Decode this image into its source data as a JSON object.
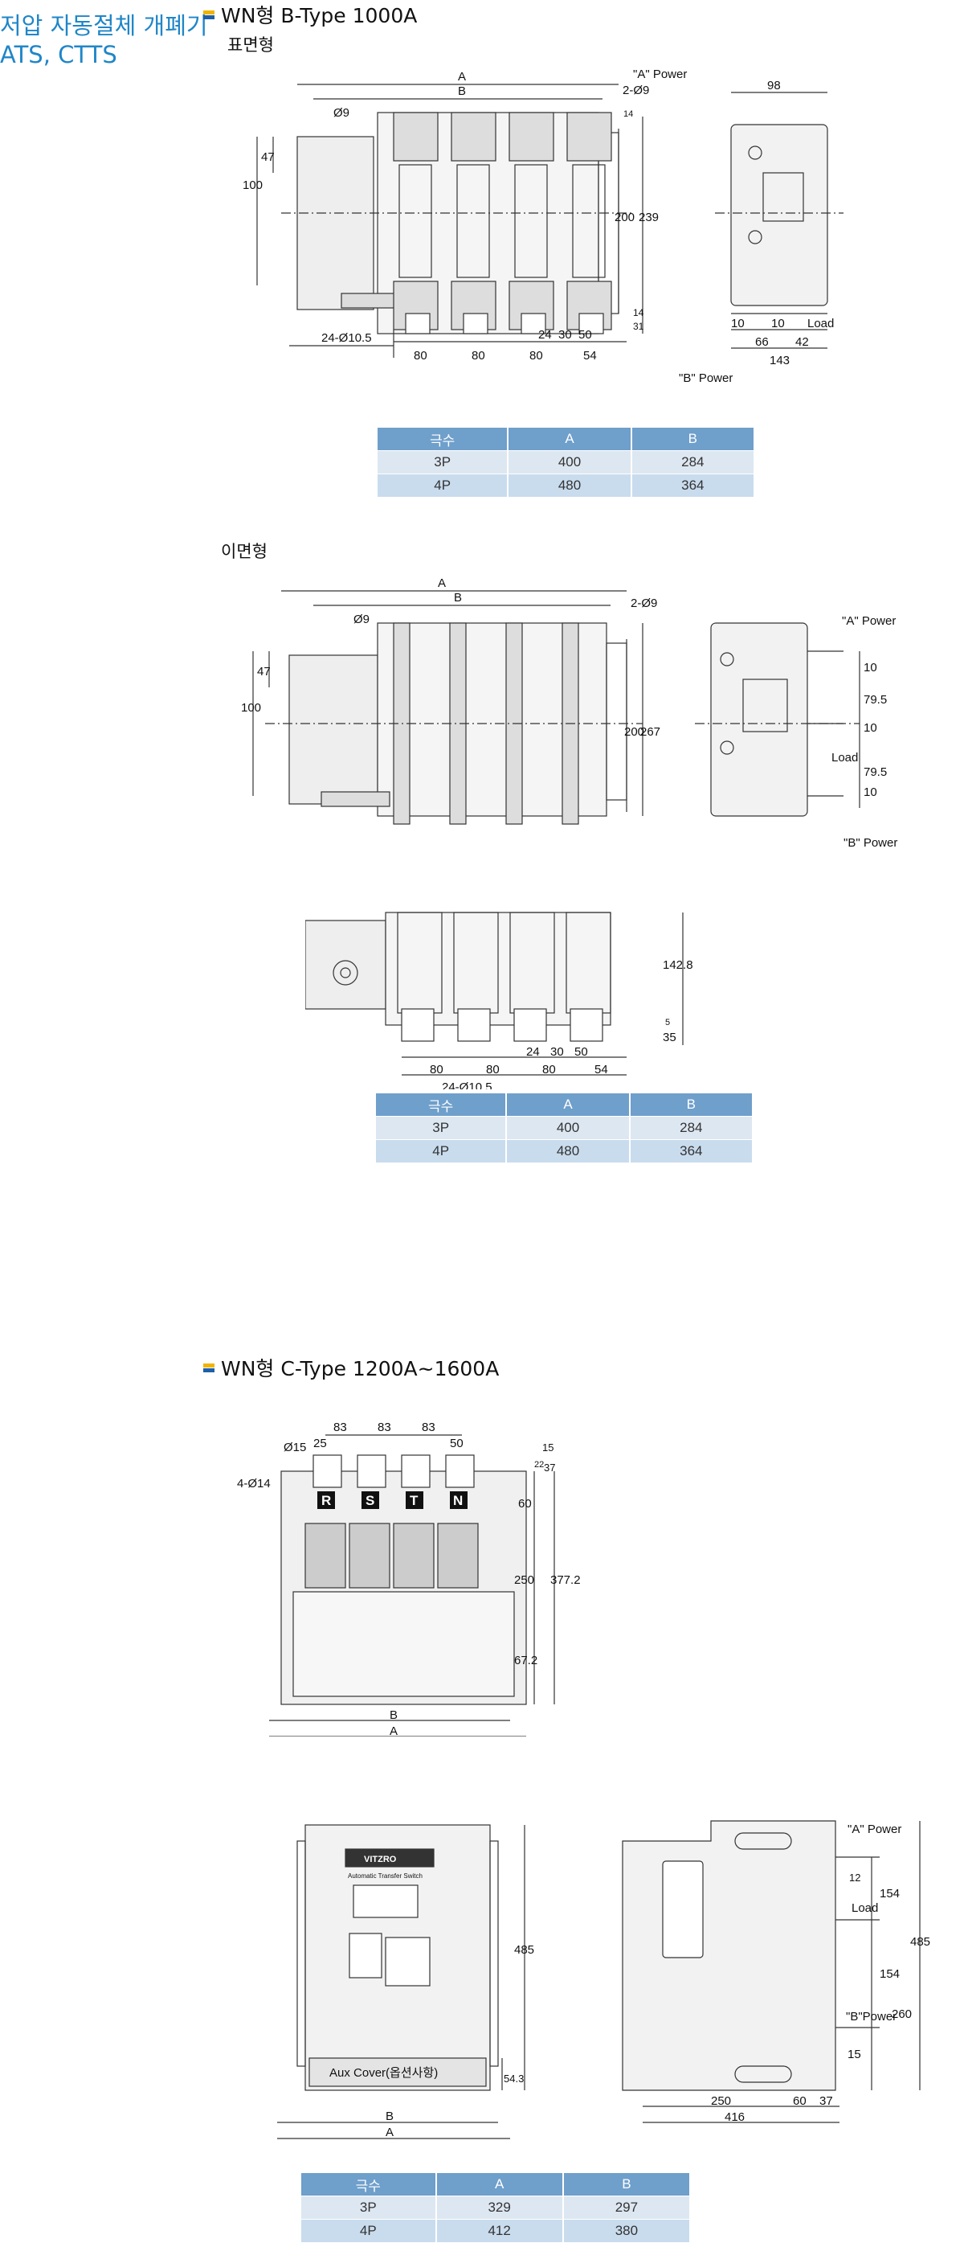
{
  "sidebar": {
    "title_line1": "저압 자동절체 개폐기",
    "title_line2": "ATS, CTTS"
  },
  "section_b": {
    "title": "WN형 B-Type 1000A",
    "front_label": "표면형",
    "rear_label": "이면형",
    "front_dims": {
      "A": "A",
      "B": "B",
      "phi9": "Ø9",
      "two_phi9": "2-Ø9",
      "a_power": "\"A\" Power",
      "b_power": "\"B\" Power",
      "load": "Load",
      "d98": "98",
      "d14": "14",
      "d47": "47",
      "d100": "100",
      "d200": "200",
      "d239": "239",
      "d14b": "14",
      "d31": "31",
      "d24": "24",
      "d30": "30",
      "d50": "50",
      "d80a": "80",
      "d80b": "80",
      "d80c": "80",
      "d54": "54",
      "holes": "24-Ø10.5",
      "d10a": "10",
      "d10b": "10",
      "d66": "66",
      "d42": "42",
      "d143": "143"
    },
    "rear_dims": {
      "A": "A",
      "B": "B",
      "phi9": "Ø9",
      "two_phi9": "2-Ø9",
      "a_power": "\"A\" Power",
      "b_power": "\"B\" Power",
      "load": "Load",
      "d47": "47",
      "d100": "100",
      "d200": "200",
      "d267": "267",
      "d10a": "10",
      "d795a": "79.5",
      "d10b": "10",
      "d795b": "79.5",
      "d10c": "10",
      "d1428": "142.8",
      "d5": "5",
      "d35": "35",
      "holes": "24-Ø10.5",
      "d24": "24",
      "d30": "30",
      "d50": "50",
      "d80a": "80",
      "d80b": "80",
      "d80c": "80",
      "d54": "54"
    },
    "table1": {
      "headers": [
        "극수",
        "A",
        "B"
      ],
      "rows": [
        [
          "3P",
          "400",
          "284"
        ],
        [
          "4P",
          "480",
          "364"
        ]
      ]
    },
    "table2": {
      "headers": [
        "극수",
        "A",
        "B"
      ],
      "rows": [
        [
          "3P",
          "400",
          "284"
        ],
        [
          "4P",
          "480",
          "364"
        ]
      ]
    }
  },
  "section_c": {
    "title": "WN형 C-Type 1200A~1600A",
    "top_dims": {
      "d83a": "83",
      "d83b": "83",
      "d83c": "83",
      "d25": "25",
      "d50": "50",
      "phi15": "Ø15",
      "phi14": "4-Ø14",
      "d15": "15",
      "d22": "22",
      "d37": "37",
      "d60": "60",
      "d250": "250",
      "d3772": "377.2",
      "d672": "67.2",
      "B": "B",
      "A": "A",
      "phases": [
        "R",
        "S",
        "T",
        "N"
      ]
    },
    "front_dims": {
      "brand": "VITZRO",
      "product": "Automatic Transfer Switch",
      "aux": "Aux Cover(옵션사항)",
      "d485": "485",
      "d543": "54.3",
      "B": "B",
      "A": "A"
    },
    "side_dims": {
      "a_power": "\"A\" Power",
      "load": "Load",
      "b_power": "\"B\"Power",
      "d12": "12",
      "d154a": "154",
      "d154b": "154",
      "d260": "260",
      "d485": "485",
      "d15": "15",
      "d250": "250",
      "d60": "60",
      "d37": "37",
      "d416": "416"
    },
    "table3": {
      "headers": [
        "극수",
        "A",
        "B"
      ],
      "rows": [
        [
          "3P",
          "329",
          "297"
        ],
        [
          "4P",
          "412",
          "380"
        ]
      ]
    }
  },
  "colors": {
    "accent_blue": "#1f86c8",
    "table_header": "#6f9fcb",
    "row_a": "#dde7f1",
    "row_b": "#c9dcee",
    "mark_yellow": "#f0b400",
    "mark_blue": "#1f5fa8"
  }
}
